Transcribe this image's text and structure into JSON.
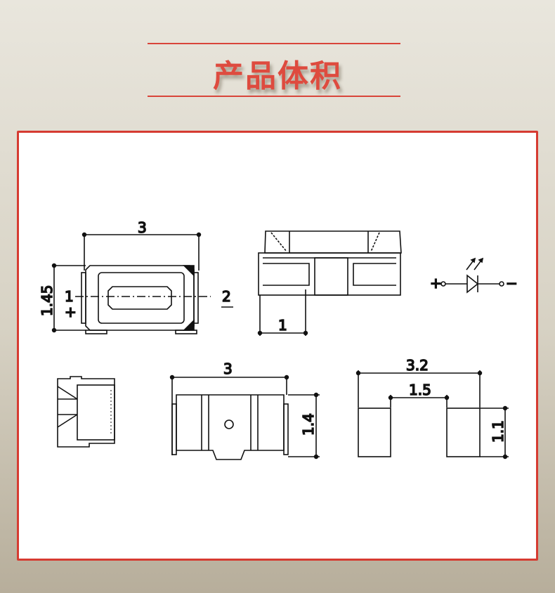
{
  "header": {
    "title": "产品体积",
    "accent_color": "#d9453a"
  },
  "frame": {
    "border_color": "#d63b31",
    "background": "#ffffff"
  },
  "drawings": {
    "top_view": {
      "width_label": "3",
      "height_label": "1.45",
      "pin1_label": "1",
      "pin2_label": "2",
      "plus_label": "+"
    },
    "front_view": {
      "lead_label": "1"
    },
    "symbol": {
      "plus_label": "+",
      "minus_label": "−",
      "icon": "led-diode-symbol"
    },
    "side_view": {
      "icon": "side-profile"
    },
    "bottom_view": {
      "width_label": "3",
      "height_label": "1.4"
    },
    "footprint": {
      "outer_label": "3.2",
      "gap_label": "1.5",
      "pad_height_label": "1.1"
    }
  }
}
